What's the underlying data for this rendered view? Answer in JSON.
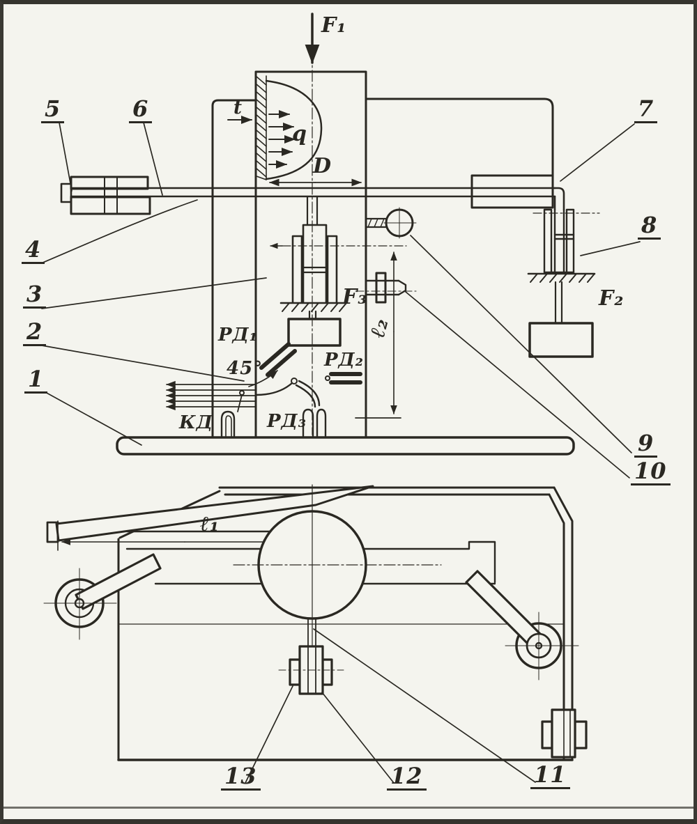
{
  "page": {
    "ink_color": "#2a2822",
    "paper_color": "#f4f4ee"
  },
  "labels": {
    "f1": "F₁",
    "f2": "F₂",
    "f3": "F₃",
    "t": "t",
    "q": "q",
    "d": "D",
    "l1": "ℓ₁",
    "l2": "ℓ₂",
    "angle": "45°",
    "rd1": "РД₁",
    "rd2": "РД₂",
    "rd3": "РД₃",
    "kd": "КД",
    "n1": "1",
    "n2": "2",
    "n3": "3",
    "n4": "4",
    "n5": "5",
    "n6": "6",
    "n7": "7",
    "n8": "8",
    "n9": "9",
    "n10": "10",
    "n11": "11",
    "n12": "12",
    "n13": "13"
  }
}
